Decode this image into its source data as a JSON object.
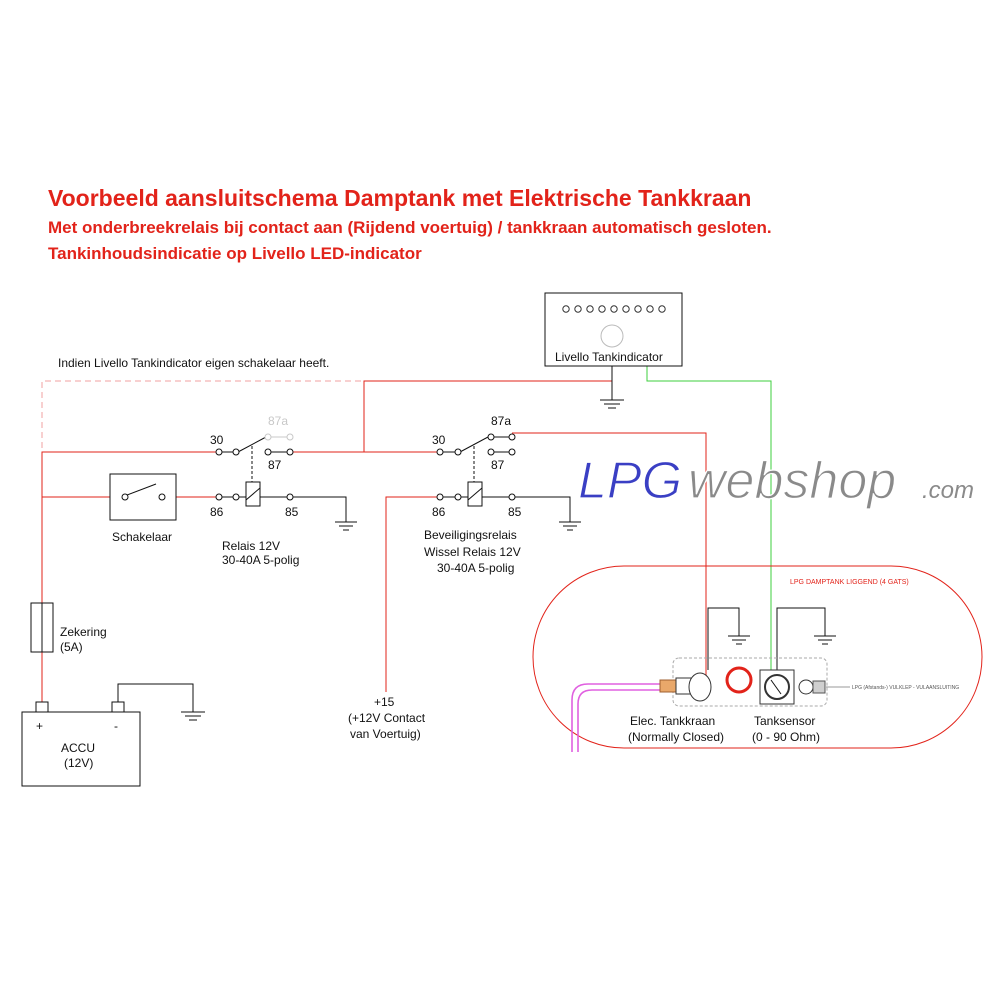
{
  "titles": {
    "line1": "Voorbeeld aansluitschema Damptank met Elektrische Tankkraan",
    "line2": "Met onderbreekrelais bij contact aan (Rijdend voertuig) / tankkraan automatisch gesloten.",
    "line3": "Tankinhoudsindicatie op Livello LED-indicator"
  },
  "note": "Indien Livello Tankindicator eigen schakelaar heeft.",
  "indicator": {
    "label": "Livello  Tankindicator"
  },
  "relay1": {
    "pin30": "30",
    "pin87a": "87a",
    "pin87": "87",
    "pin86": "86",
    "pin85": "85",
    "caption1": "Relais 12V",
    "caption2": "30-40A 5-polig"
  },
  "relay2": {
    "pin30": "30",
    "pin87a": "87a",
    "pin87": "87",
    "pin86": "86",
    "pin85": "85",
    "caption1": "Beveiligingsrelais",
    "caption2": "Wissel Relais 12V",
    "caption3": "30-40A 5-polig"
  },
  "switch": {
    "label": "Schakelaar"
  },
  "fuse": {
    "label1": "Zekering",
    "label2": "(5A)"
  },
  "battery": {
    "plus": "+",
    "minus": "-",
    "label1": "ACCU",
    "label2": "(12V)"
  },
  "contact": {
    "label1": "+15",
    "label2": "(+12V Contact",
    "label3": "van Voertuig)"
  },
  "watermark": {
    "part1": "LPG",
    "part2": "webshop",
    "part3": ".com"
  },
  "tank": {
    "label": "LPG DAMPTANK LIGGEND (4 GATS)",
    "side_note": "LPG (Afstands-) VULKLEP - VULAANSLUITING",
    "valve1": "Elec. Tankkraan",
    "valve2": "(Normally Closed)",
    "sensor1": "Tanksensor",
    "sensor2": "(0 - 90 Ohm)"
  },
  "colors": {
    "title": "#e2231a",
    "wire_red": "#e2231a",
    "wire_green": "#3ecf3e",
    "wire_pink": "#e060e0",
    "watermark_blue": "#3a3fc4",
    "watermark_gray": "#8a8a8a"
  }
}
